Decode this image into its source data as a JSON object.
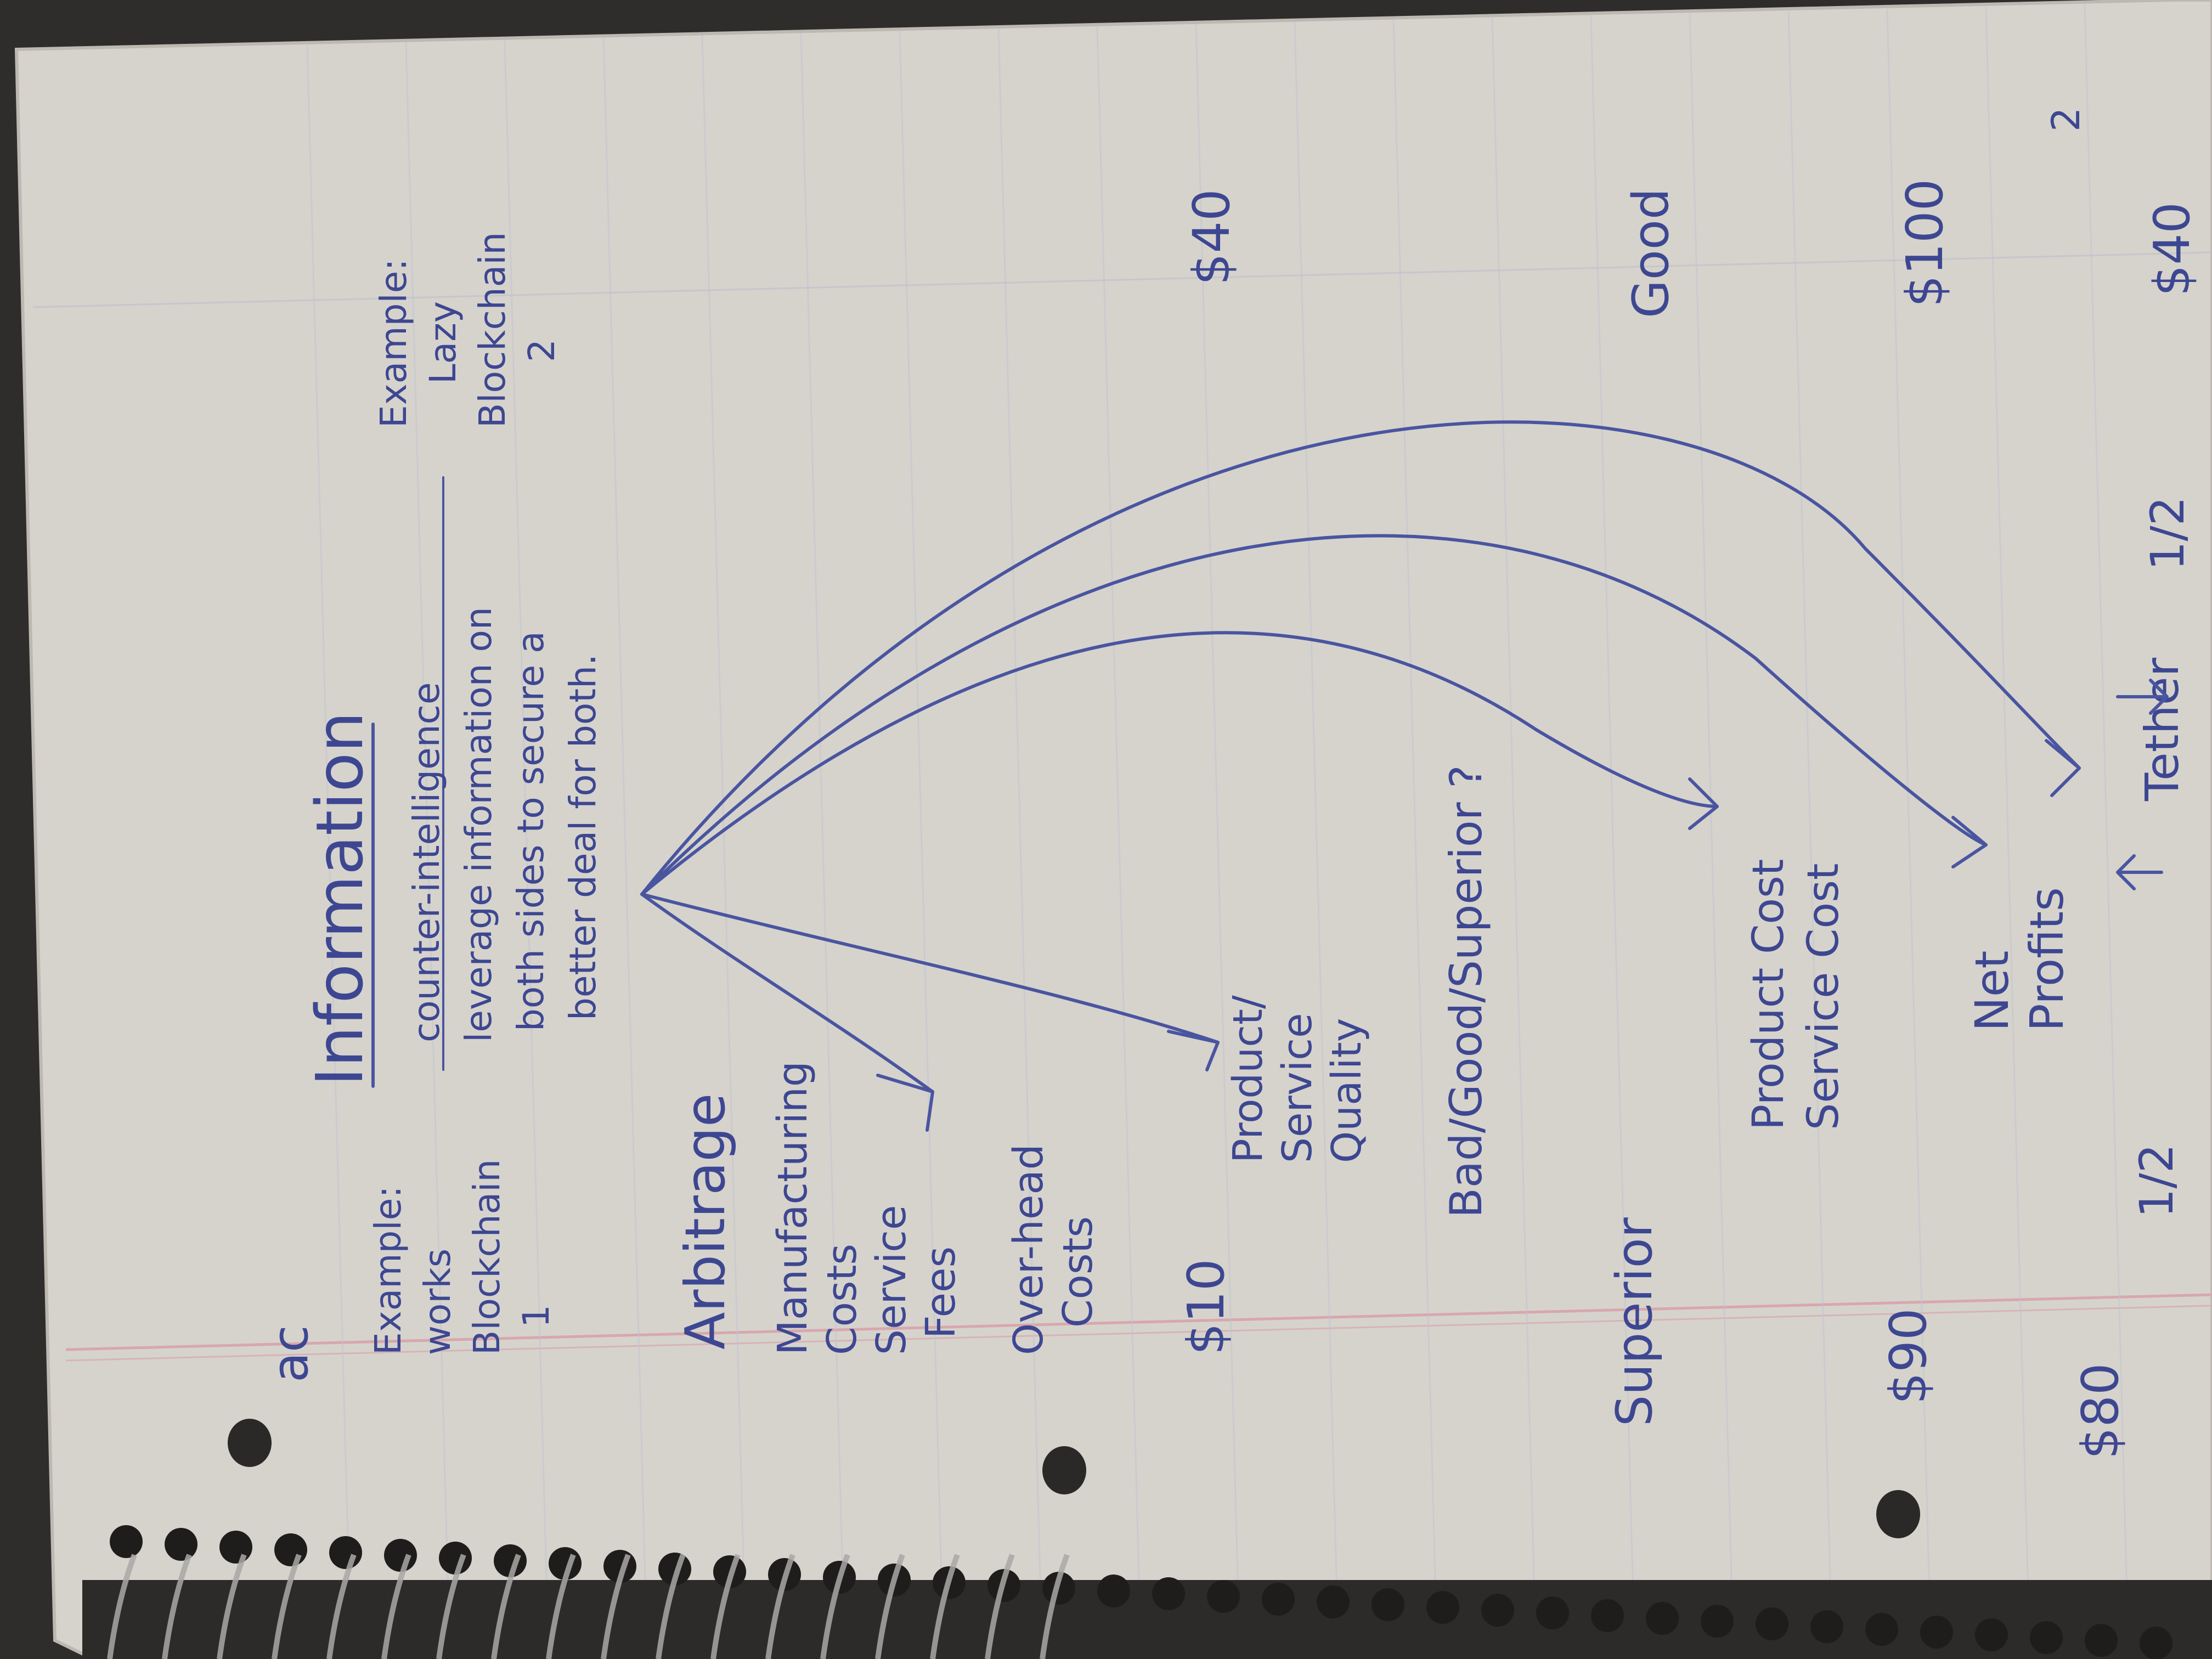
{
  "page": {
    "page_number": "2",
    "header_scribble": "ac"
  },
  "information": {
    "title": "Information",
    "left_example": {
      "label": "Example:",
      "lines": [
        "works",
        "Blockchain",
        "1"
      ]
    },
    "center_lines": [
      "counter-intelligence",
      "leverage information on",
      "both sides to secure a",
      "better deal for both."
    ],
    "right_example": {
      "label": "Example:",
      "lines": [
        "Lazy",
        "Blockchain",
        "2"
      ]
    }
  },
  "arbitrage": {
    "title": "Arbitrage",
    "costs_lines": [
      "Manufacturing",
      "Costs",
      "Service",
      "Fees",
      "Over-head",
      "Costs"
    ],
    "quality_lines": [
      "Product/",
      "Service",
      "Quality"
    ],
    "quality_scale": "Bad/Good/Superior ?",
    "product_cost_lines": [
      "Product Cost",
      "Service Cost"
    ],
    "net_profit_lines": [
      "Net",
      "Profits"
    ],
    "tether": "Tether"
  },
  "left_column": {
    "price_low": "$10",
    "grade": "Superior",
    "price_mid": "$90",
    "price_bottom": "$80",
    "fraction": "1/2"
  },
  "right_column": {
    "price_top": "$40",
    "grade": "Good",
    "price_mid": "$100",
    "price_bottom": "$40",
    "fraction": "1/2"
  }
}
